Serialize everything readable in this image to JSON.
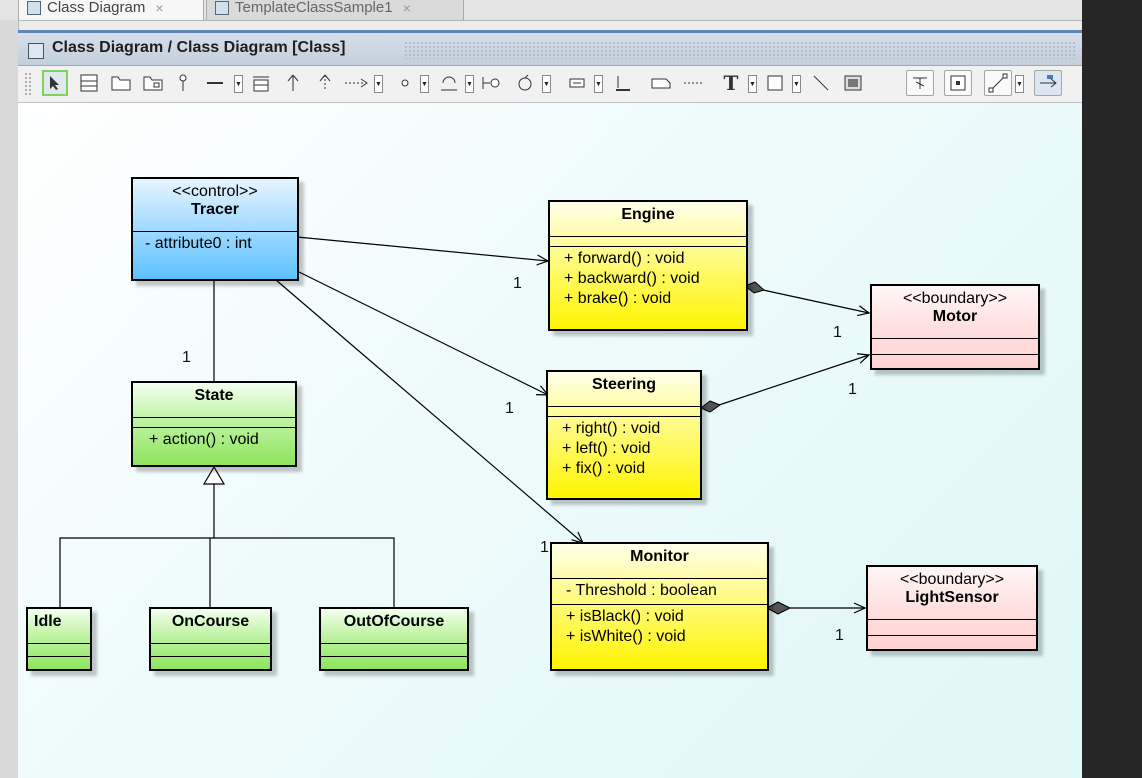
{
  "tabs": [
    {
      "label": "Class Diagram",
      "close": "×"
    },
    {
      "label": "TemplateClassSample1",
      "close": "×"
    }
  ],
  "title": "Class Diagram / Class Diagram [Class]",
  "toolbar_text": {
    "text_tool": "T"
  },
  "classes": {
    "tracer": {
      "stereotype": "<<control>>",
      "name": "Tracer",
      "attributes": [
        "- attribute0 : int"
      ]
    },
    "engine": {
      "name": "Engine",
      "operations": [
        "+ forward() : void",
        "+ backward() : void",
        "+ brake() : void"
      ]
    },
    "motor": {
      "stereotype": "<<boundary>>",
      "name": "Motor"
    },
    "steering": {
      "name": "Steering",
      "operations": [
        "+ right() : void",
        "+ left() : void",
        "+ fix() : void"
      ]
    },
    "monitor": {
      "name": "Monitor",
      "attributes": [
        "- Threshold : boolean"
      ],
      "operations": [
        "+ isBlack() : void",
        "+ isWhite() : void"
      ]
    },
    "lightsensor": {
      "stereotype": "<<boundary>>",
      "name": "LightSensor"
    },
    "state": {
      "name": "State",
      "operations": [
        "+ action() : void"
      ]
    },
    "idle": {
      "name": "Idle"
    },
    "oncourse": {
      "name": "OnCourse"
    },
    "outofcourse": {
      "name": "OutOfCourse"
    }
  },
  "multiplicities": {
    "tracer_engine": "1",
    "tracer_steering": "1",
    "tracer_monitor": "1",
    "tracer_state": "1",
    "engine_motor": "1",
    "steering_motor": "1",
    "monitor_lightsensor": "1"
  },
  "colors": {
    "control_class": "#5cc2ff",
    "entity_class": "#fff400",
    "state_class": "#8ee45e",
    "boundary_class": "#ffd2d2",
    "selected_tool": "#7ed35b"
  },
  "icons": [
    "diagram-icon",
    "pointer-icon",
    "class-icon",
    "package-icon",
    "subsystem-icon",
    "pin-icon",
    "association-icon",
    "generalization-icon",
    "dependency-icon",
    "interface-icon",
    "text-icon",
    "rectangle-icon",
    "line-icon",
    "image-icon",
    "zoom-icon",
    "grid-icon",
    "route-icon",
    "pan-icon"
  ]
}
